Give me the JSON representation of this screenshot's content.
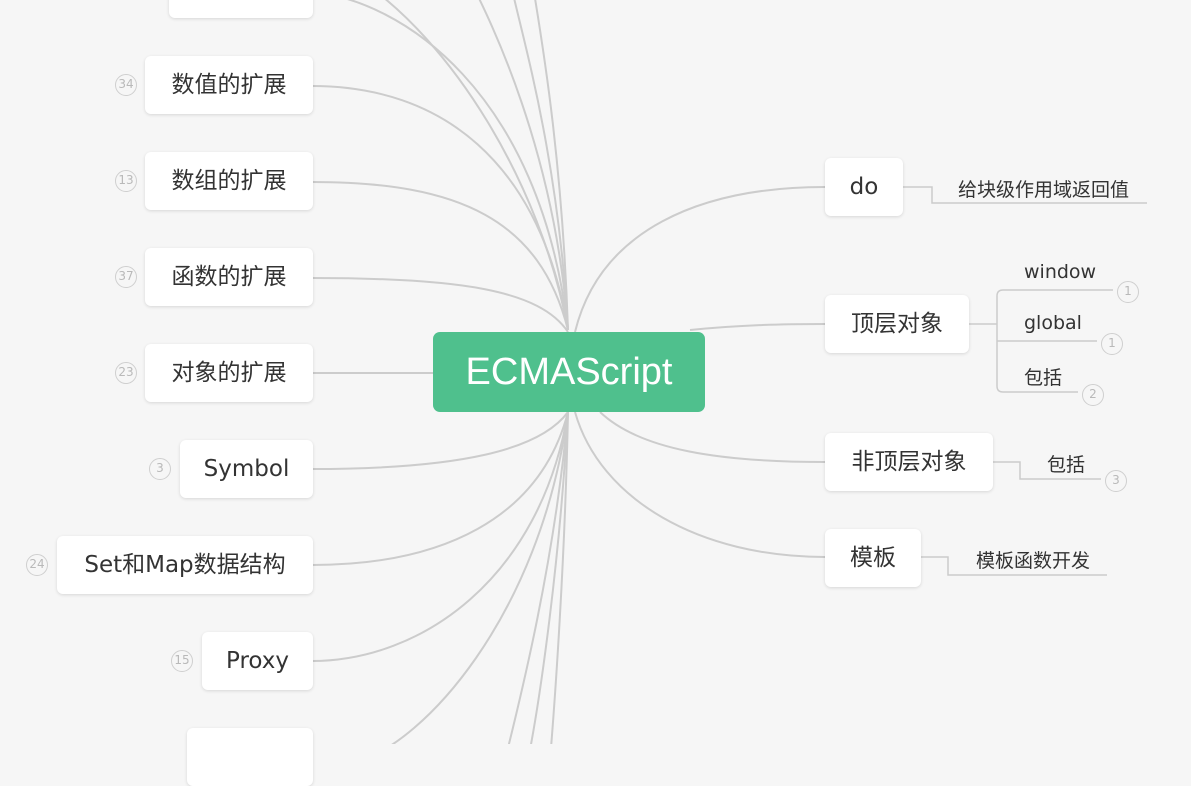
{
  "root": {
    "label": "ECMAScript"
  },
  "left_nodes": [
    {
      "label": "",
      "count": ""
    },
    {
      "label": "数值的扩展",
      "count": "34"
    },
    {
      "label": "数组的扩展",
      "count": "13"
    },
    {
      "label": "函数的扩展",
      "count": "37"
    },
    {
      "label": "对象的扩展",
      "count": "23"
    },
    {
      "label": "Symbol",
      "count": "3"
    },
    {
      "label": "Set和Map数据结构",
      "count": "24"
    },
    {
      "label": "Proxy",
      "count": "15"
    },
    {
      "label": "",
      "count": ""
    }
  ],
  "right_nodes": [
    {
      "label": "do",
      "children": [
        {
          "label": "给块级作用域返回值",
          "count": ""
        }
      ]
    },
    {
      "label": "顶层对象",
      "children": [
        {
          "label": "window",
          "count": "1"
        },
        {
          "label": "global",
          "count": "1"
        },
        {
          "label": "包括",
          "count": "2"
        }
      ]
    },
    {
      "label": "非顶层对象",
      "children": [
        {
          "label": "包括",
          "count": "3"
        }
      ]
    },
    {
      "label": "模板",
      "children": [
        {
          "label": "模板函数开发",
          "count": ""
        }
      ]
    }
  ],
  "colors": {
    "root": "#4fc08d",
    "connector": "#cccccc",
    "background": "#f6f6f6"
  }
}
